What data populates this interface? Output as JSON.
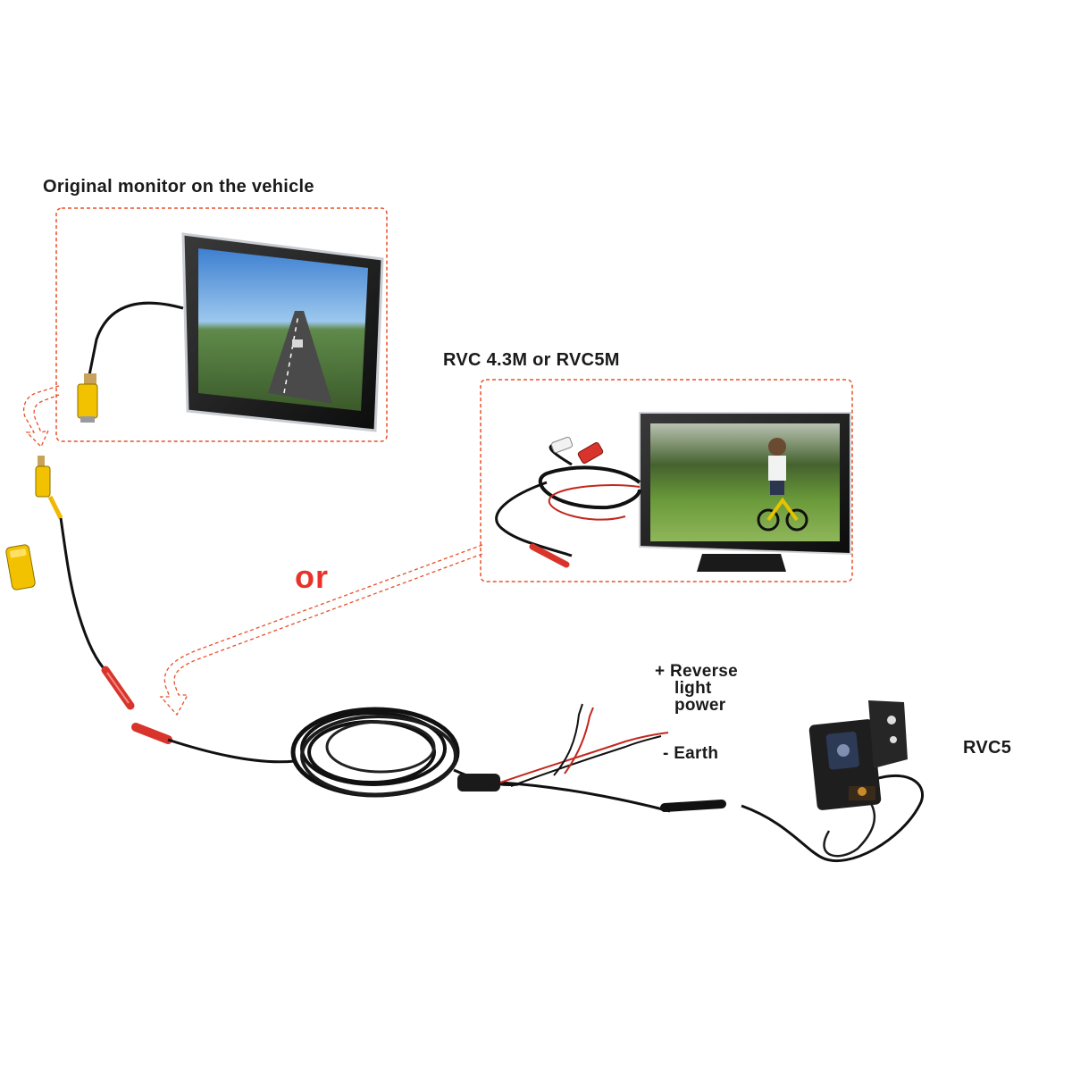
{
  "labels": {
    "original_monitor": "Original monitor on the vehicle",
    "rvc_monitor": "RVC 4.3M or RVC5M",
    "or": "or",
    "reverse_line1": "+ Reverse",
    "reverse_line2": "light",
    "reverse_line3": "power",
    "earth": "- Earth",
    "rvc5": "RVC5"
  },
  "colors": {
    "dashed_outline": "#e8502a",
    "or_text": "#e8322a",
    "cable": "#111111",
    "rca_yellow": "#f2c200",
    "connector_red": "#d9342b"
  },
  "icons": [
    "original-monitor-icon",
    "rvc-monitor-icon",
    "rvc5-camera-icon",
    "rca-adapter-icon",
    "cable-coil-icon"
  ]
}
